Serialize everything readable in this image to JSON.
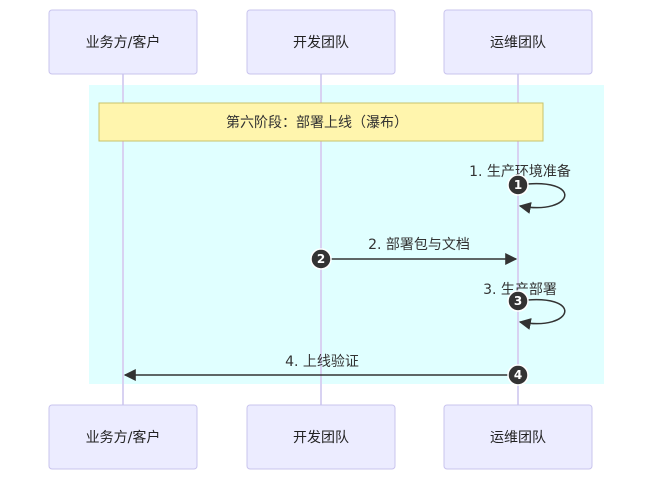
{
  "actors": [
    {
      "label": "业务方/客户"
    },
    {
      "label": "开发团队"
    },
    {
      "label": "运维团队"
    }
  ],
  "note": {
    "text": "第六阶段：部署上线（瀑布）"
  },
  "messages": [
    {
      "seq": "1",
      "text": "1. 生产环境准备",
      "from": "运维团队",
      "to": "运维团队"
    },
    {
      "seq": "2",
      "text": "2. 部署包与文档",
      "from": "开发团队",
      "to": "运维团队"
    },
    {
      "seq": "3",
      "text": "3. 生产部署",
      "from": "运维团队",
      "to": "运维团队"
    },
    {
      "seq": "4",
      "text": "4. 上线验证",
      "from": "运维团队",
      "to": "业务方/客户"
    }
  ],
  "colors": {
    "actor_fill": "#ECECFF",
    "actor_border": "#C9C4EE",
    "lifeline": "#D8D2F2",
    "highlight_bg": "#E0FFFF",
    "note_fill": "#FFF5AD",
    "note_border": "#C8C36B",
    "message": "#333333"
  }
}
